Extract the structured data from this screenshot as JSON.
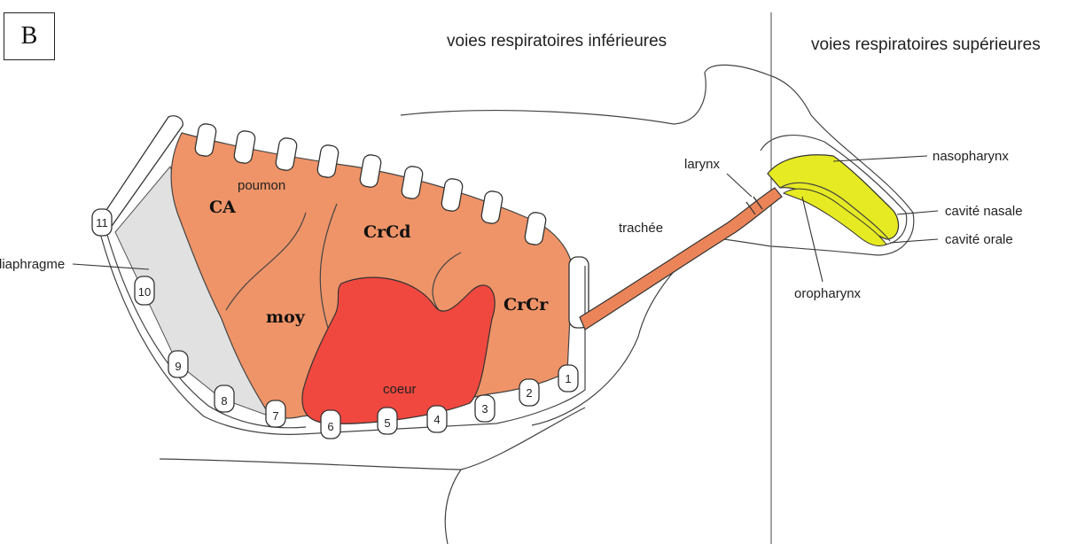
{
  "panel_label": "B",
  "headers": {
    "lower": "voies respiratoires inférieures",
    "upper": "voies respiratoires supérieures"
  },
  "labels": {
    "poumon": "poumon",
    "coeur": "coeur",
    "diaphragme": "diaphragme",
    "larynx": "larynx",
    "trachee": "trachée",
    "nasopharynx": "nasopharynx",
    "cavite_nasale": "cavité nasale",
    "cavite_orale": "cavité orale",
    "oropharynx": "oropharynx"
  },
  "lobes": {
    "ca": "CA",
    "crcd": "CrCd",
    "moy": "moy",
    "crcr": "CrCr"
  },
  "ribs": [
    "1",
    "2",
    "3",
    "4",
    "5",
    "6",
    "7",
    "8",
    "9",
    "10",
    "11"
  ],
  "colors": {
    "lung": "#ef9468",
    "heart": "#f0483f",
    "diaphragm": "#e1e1e1",
    "trachea": "#eb8559",
    "nasal": "#e6ea22"
  }
}
